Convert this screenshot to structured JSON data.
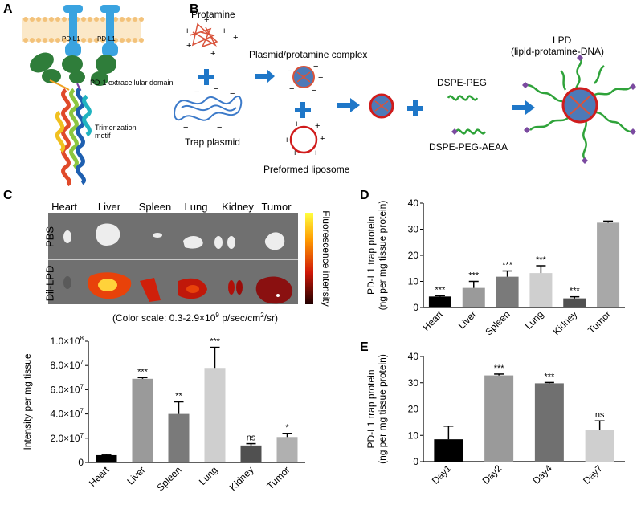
{
  "panels": {
    "a": "A",
    "b": "B",
    "c": "C",
    "d": "D",
    "e": "E"
  },
  "panel_a": {
    "pdl1_left": "PD-L1",
    "pdl1_right": "PD-L1",
    "pd1_domain": "PD-1 extracellular domain",
    "trimerization": "Trimerization motif"
  },
  "panel_b": {
    "protamine": "Protamine",
    "complex": "Plasmid/protamine complex",
    "trap_plasmid": "Trap plasmid",
    "liposome": "Preformed liposome",
    "dspe_peg": "DSPE-PEG",
    "dspe_peg_aeaa": "DSPE-PEG-AEAA",
    "lpd_title": "LPD",
    "lpd_subtitle": "(lipid-protamine-DNA)"
  },
  "panel_c_image": {
    "organs": [
      "Heart",
      "Liver",
      "Spleen",
      "Lung",
      "Kidney",
      "Tumor"
    ],
    "row_pbs": "PBS",
    "row_dil": "Dil-LPD",
    "colorbar_label": "Fluorescence intensity",
    "color_scale": "(Color scale: 0.3-2.9×10",
    "color_scale_exp": "9",
    "color_scale_units": " p/sec/cm",
    "color_scale_sq": "2",
    "color_scale_end": "/sr)"
  },
  "chart_data": [
    {
      "id": "C",
      "type": "bar",
      "categories": [
        "Heart",
        "Liver",
        "Spleen",
        "Lung",
        "Kidney",
        "Tumor"
      ],
      "values": [
        6000000,
        69000000,
        40000000,
        78000000,
        14000000,
        21000000
      ],
      "errors": [
        500000,
        1000000,
        10000000,
        17000000,
        1500000,
        3000000
      ],
      "significance": [
        "",
        "***",
        "**",
        "***",
        "ns",
        "*"
      ],
      "colors": [
        "#000000",
        "#9a9a9a",
        "#7a7a7a",
        "#cfcfcf",
        "#505050",
        "#b0b0b0"
      ],
      "ylabel": "Intensity per mg tissue",
      "ylim": [
        0,
        100000000
      ],
      "yticks": [
        {
          "v": 0,
          "m": "0",
          "e": ""
        },
        {
          "v": 20000000,
          "m": "2.0×10",
          "e": "7"
        },
        {
          "v": 40000000,
          "m": "4.0×10",
          "e": "7"
        },
        {
          "v": 60000000,
          "m": "6.0×10",
          "e": "7"
        },
        {
          "v": 80000000,
          "m": "8.0×10",
          "e": "7"
        },
        {
          "v": 100000000,
          "m": "1.0×10",
          "e": "8"
        }
      ]
    },
    {
      "id": "D",
      "type": "bar",
      "categories": [
        "Heart",
        "Liver",
        "Spleen",
        "Lung",
        "Kidney",
        "Tumor"
      ],
      "values": [
        4.2,
        7.5,
        11.8,
        13.2,
        3.5,
        32.5
      ],
      "errors": [
        0.3,
        2.5,
        2.2,
        2.8,
        0.6,
        0.6
      ],
      "significance": [
        "***",
        "***",
        "***",
        "***",
        "***",
        ""
      ],
      "colors": [
        "#000000",
        "#9a9a9a",
        "#7a7a7a",
        "#cfcfcf",
        "#505050",
        "#a8a8a8"
      ],
      "ylabel": "PD-L1 trap protein",
      "ylabel2": "(ng per mg tissue protein)",
      "ylim": [
        0,
        40
      ],
      "yticks": [
        0,
        10,
        20,
        30,
        40
      ]
    },
    {
      "id": "E",
      "type": "bar",
      "categories": [
        "Day1",
        "Day2",
        "Day4",
        "Day7"
      ],
      "values": [
        8.5,
        32.8,
        29.8,
        12.0
      ],
      "errors": [
        5.0,
        0.5,
        0.3,
        3.5
      ],
      "significance": [
        "",
        "***",
        "***",
        "ns"
      ],
      "colors": [
        "#000000",
        "#9a9a9a",
        "#707070",
        "#cfcfcf"
      ],
      "ylabel": "PD-L1 trap protein",
      "ylabel2": "(ng per mg tissue protein)",
      "ylim": [
        0,
        40
      ],
      "yticks": [
        0,
        10,
        20,
        30,
        40
      ]
    }
  ]
}
